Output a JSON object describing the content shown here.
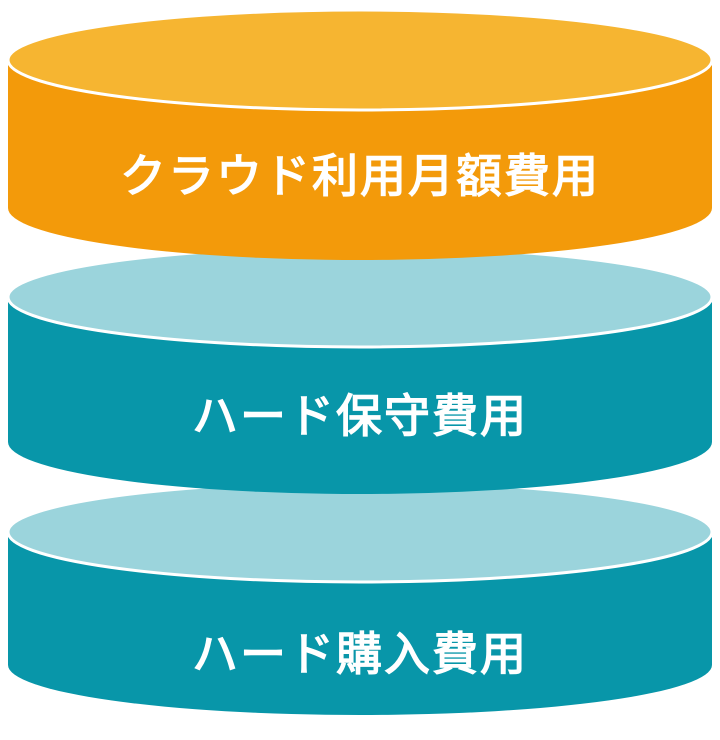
{
  "layers": [
    {
      "label": "クラウド利用月額費用",
      "body_color": "#F39A0A",
      "top_color": "#F6B531"
    },
    {
      "label": "ハード保守費用",
      "body_color": "#0896A9",
      "top_color": "#9BD4DC"
    },
    {
      "label": "ハード購入費用",
      "body_color": "#0896A9",
      "top_color": "#9BD4DC"
    }
  ]
}
